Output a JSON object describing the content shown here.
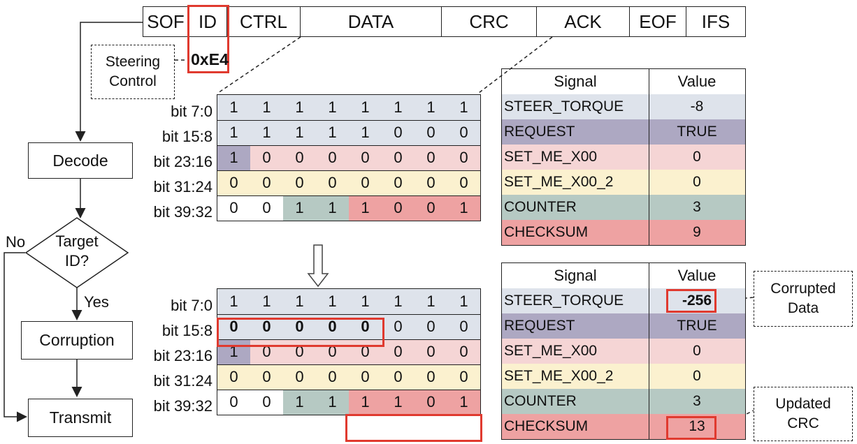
{
  "frame": {
    "fields": [
      "SOF",
      "ID",
      "CTRL",
      "DATA",
      "CRC",
      "ACK",
      "EOF",
      "IFS"
    ],
    "id_value": "0xE4"
  },
  "annotations": {
    "steering_control": [
      "Steering",
      "Control"
    ],
    "corrupted_data": [
      "Corrupted",
      "Data"
    ],
    "updated_crc": [
      "Updated",
      "CRC"
    ]
  },
  "flowchart": {
    "decode": "Decode",
    "decision": [
      "Target",
      "ID?"
    ],
    "no_label": "No",
    "yes_label": "Yes",
    "corruption": "Corruption",
    "transmit": "Transmit"
  },
  "bit_labels": [
    "bit 7:0",
    "bit 15:8",
    "bit 23:16",
    "bit 31:24",
    "bit 39:32"
  ],
  "original_bits": [
    [
      "1",
      "1",
      "1",
      "1",
      "1",
      "1",
      "1",
      "1"
    ],
    [
      "1",
      "1",
      "1",
      "1",
      "1",
      "0",
      "0",
      "0"
    ],
    [
      "1",
      "0",
      "0",
      "0",
      "0",
      "0",
      "0",
      "0"
    ],
    [
      "0",
      "0",
      "0",
      "0",
      "0",
      "0",
      "0",
      "0"
    ],
    [
      "0",
      "0",
      "1",
      "1",
      "1",
      "0",
      "0",
      "1"
    ]
  ],
  "corrupted_bits": [
    [
      "1",
      "1",
      "1",
      "1",
      "1",
      "1",
      "1",
      "1"
    ],
    [
      "0",
      "0",
      "0",
      "0",
      "0",
      "0",
      "0",
      "0"
    ],
    [
      "1",
      "0",
      "0",
      "0",
      "0",
      "0",
      "0",
      "0"
    ],
    [
      "0",
      "0",
      "0",
      "0",
      "0",
      "0",
      "0",
      "0"
    ],
    [
      "0",
      "0",
      "1",
      "1",
      "1",
      "1",
      "0",
      "1"
    ]
  ],
  "table_header": {
    "signal": "Signal",
    "value": "Value"
  },
  "original_signals": [
    {
      "name": "STEER_TORQUE",
      "value": "-8"
    },
    {
      "name": "REQUEST",
      "value": "TRUE"
    },
    {
      "name": "SET_ME_X00",
      "value": "0"
    },
    {
      "name": "SET_ME_X00_2",
      "value": "0"
    },
    {
      "name": "COUNTER",
      "value": "3"
    },
    {
      "name": "CHECKSUM",
      "value": "9"
    }
  ],
  "corrupted_signals": [
    {
      "name": "STEER_TORQUE",
      "value": "-256"
    },
    {
      "name": "REQUEST",
      "value": "TRUE"
    },
    {
      "name": "SET_ME_X00",
      "value": "0"
    },
    {
      "name": "SET_ME_X00_2",
      "value": "0"
    },
    {
      "name": "COUNTER",
      "value": "3"
    },
    {
      "name": "CHECKSUM",
      "value": "13"
    }
  ],
  "colors": {
    "steer_torque": "#dee3eb",
    "request": "#ada8c2",
    "set_me_x00": "#f5d5d5",
    "set_me_x00_2": "#fbf1cf",
    "counter": "#b6c9c3",
    "checksum": "#eea2a2",
    "highlight": "#e03a2f"
  }
}
